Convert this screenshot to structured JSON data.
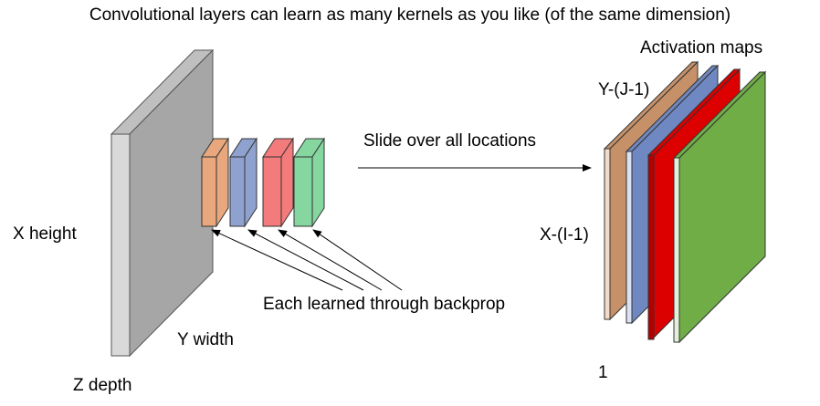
{
  "title": "Convolutional layers can learn as many kernels as you like (of the same dimension)",
  "input_volume": {
    "height_label": "X height",
    "width_label": "Y width",
    "depth_label": "Z depth"
  },
  "kernels_note": "Each learned through backprop",
  "slide_label": "Slide over all locations",
  "output": {
    "title": "Activation maps",
    "width_label": "Y-(J-1)",
    "height_label": "X-(I-1)",
    "depth_label": "1"
  },
  "colors": {
    "input_front": "#d9d9d9",
    "input_side": "#a6a6a6",
    "input_top": "#bfbfbf",
    "kernel_orange": "#e8a77c",
    "kernel_blue": "#8fa2cf",
    "kernel_red": "#f47b7b",
    "kernel_green": "#86d6a0",
    "map_orange": "#c69169",
    "map_blue": "#6f88c2",
    "map_red": "#dd0000",
    "map_green": "#70ad47"
  }
}
